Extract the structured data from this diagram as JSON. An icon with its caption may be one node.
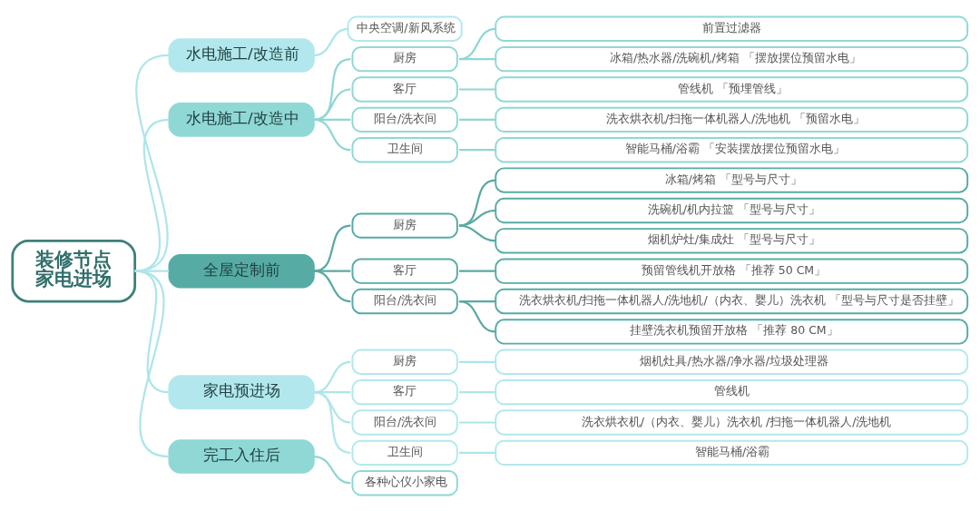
{
  "diagram": {
    "nodes": [
      {
        "text": [
          "装修节点",
          "家电进场"
        ]
      },
      {
        "text": [
          "水电施工/改造前"
        ]
      },
      {
        "text": [
          "中央空调/新风系统"
        ]
      },
      {
        "text": [
          "水电施工/改造中"
        ]
      },
      {
        "text": [
          "厨房"
        ]
      },
      {
        "text": [
          "前置过滤器"
        ]
      },
      {
        "text": [
          "冰箱/热水器/洗碗机/烤箱 「摆放摆位预留水电」"
        ]
      },
      {
        "text": [
          "客厅"
        ]
      },
      {
        "text": [
          "管线机 「预埋管线」"
        ]
      },
      {
        "text": [
          "阳台/洗衣间"
        ]
      },
      {
        "text": [
          "洗衣烘衣机/扫拖一体机器人/洗地机 「预留水电」"
        ]
      },
      {
        "text": [
          "卫生间"
        ]
      },
      {
        "text": [
          "智能马桶/浴霸 「安装摆放摆位预留水电」"
        ]
      },
      {
        "text": [
          "全屋定制前"
        ]
      },
      {
        "text": [
          "厨房"
        ]
      },
      {
        "text": [
          "冰箱/烤箱 「型号与尺寸」"
        ]
      },
      {
        "text": [
          "洗碗机/机内拉篮 「型号与尺寸」"
        ]
      },
      {
        "text": [
          "烟机炉灶/集成灶 「型号与尺寸」"
        ]
      },
      {
        "text": [
          "客厅"
        ]
      },
      {
        "text": [
          "预留管线机开放格 「推荐 50 CM」"
        ]
      },
      {
        "text": [
          "阳台/洗衣间"
        ]
      },
      {
        "text": [
          "洗衣烘衣机/扫拖一体机器人/洗地机/（内衣、婴儿）洗衣机 「型号与尺寸是否挂壁」"
        ]
      },
      {
        "text": [
          "挂壁洗衣机预留开放格 「推荐 80 CM」"
        ]
      },
      {
        "text": [
          "家电预进场"
        ]
      },
      {
        "text": [
          "厨房"
        ]
      },
      {
        "text": [
          "烟机灶具/热水器/净水器/垃圾处理器"
        ]
      },
      {
        "text": [
          "客厅"
        ]
      },
      {
        "text": [
          "管线机"
        ]
      },
      {
        "text": [
          "阳台/洗衣间"
        ]
      },
      {
        "text": [
          "洗衣烘衣机/（内衣、婴儿）洗衣机 /扫拖一体机器人/洗地机"
        ]
      },
      {
        "text": [
          "卫生间"
        ]
      },
      {
        "text": [
          "智能马桶/浴霸"
        ]
      },
      {
        "text": [
          "完工入住后"
        ]
      },
      {
        "text": [
          "各种心仪小家电"
        ]
      }
    ],
    "edges": [
      {
        "from": 0,
        "to": 1,
        "arrow": "none"
      },
      {
        "from": 0,
        "to": 3,
        "arrow": "none"
      },
      {
        "from": 0,
        "to": 13,
        "arrow": "none"
      },
      {
        "from": 0,
        "to": 23,
        "arrow": "none"
      },
      {
        "from": 0,
        "to": 32,
        "arrow": "none"
      },
      {
        "from": 1,
        "to": 2,
        "arrow": "none"
      },
      {
        "from": 3,
        "to": 4,
        "arrow": "none",
        "color": "#8fd6d4"
      },
      {
        "from": 4,
        "to": 5,
        "arrow": "none",
        "color": "#8fd6d4"
      },
      {
        "from": 4,
        "to": 6,
        "arrow": "none",
        "color": "#8fd6d4"
      },
      {
        "from": 3,
        "to": 7,
        "arrow": "none",
        "color": "#8fd6d4"
      },
      {
        "from": 7,
        "to": 8,
        "arrow": "none",
        "color": "#8fd6d4"
      },
      {
        "from": 3,
        "to": 9,
        "arrow": "none",
        "color": "#8fd6d4"
      },
      {
        "from": 9,
        "to": 10,
        "arrow": "none",
        "color": "#8fd6d4"
      },
      {
        "from": 3,
        "to": 11,
        "arrow": "none",
        "color": "#8fd6d4"
      },
      {
        "from": 11,
        "to": 12,
        "arrow": "none",
        "color": "#8fd6d4"
      },
      {
        "from": 13,
        "to": 14,
        "arrow": "none",
        "color": "#5aa9a3"
      },
      {
        "from": 14,
        "to": 15,
        "arrow": "none",
        "color": "#5aa9a3"
      },
      {
        "from": 14,
        "to": 16,
        "arrow": "none",
        "color": "#5aa9a3"
      },
      {
        "from": 14,
        "to": 17,
        "arrow": "none",
        "color": "#5aa9a3"
      },
      {
        "from": 13,
        "to": 18,
        "arrow": "none",
        "color": "#5aa9a3"
      },
      {
        "from": 18,
        "to": 19,
        "arrow": "none",
        "color": "#5aa9a3"
      },
      {
        "from": 13,
        "to": 20,
        "arrow": "none",
        "color": "#5aa9a3"
      },
      {
        "from": 20,
        "to": 21,
        "arrow": "none",
        "color": "#5aa9a3"
      },
      {
        "from": 20,
        "to": 22,
        "arrow": "none",
        "color": "#5aa9a3"
      },
      {
        "from": 23,
        "to": 24,
        "arrow": "none"
      },
      {
        "from": 24,
        "to": 25,
        "arrow": "none"
      },
      {
        "from": 23,
        "to": 26,
        "arrow": "none"
      },
      {
        "from": 26,
        "to": 27,
        "arrow": "none"
      },
      {
        "from": 23,
        "to": 28,
        "arrow": "none"
      },
      {
        "from": 28,
        "to": 29,
        "arrow": "none"
      },
      {
        "from": 23,
        "to": 30,
        "arrow": "none"
      },
      {
        "from": 30,
        "to": 31,
        "arrow": "none"
      },
      {
        "from": 32,
        "to": 33,
        "arrow": "none",
        "color": "#8fd6d4"
      }
    ]
  }
}
